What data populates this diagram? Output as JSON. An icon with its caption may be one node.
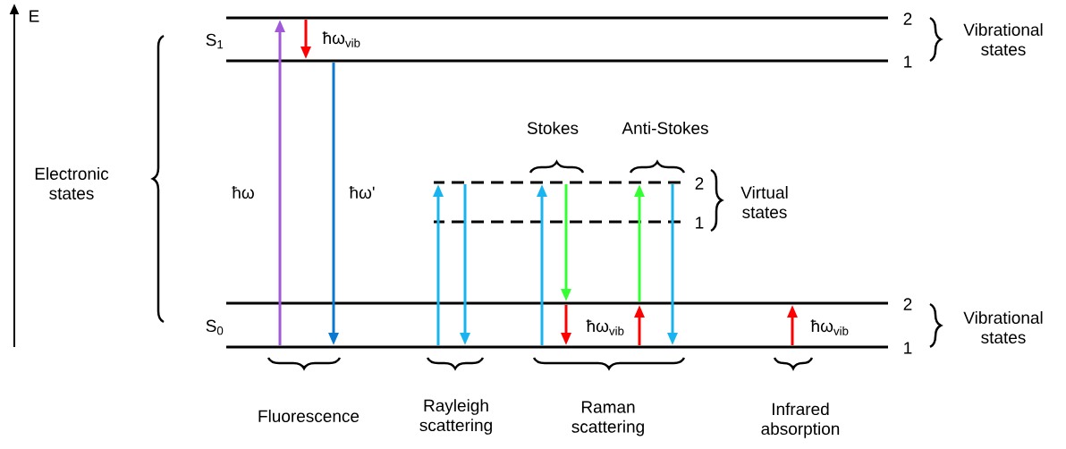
{
  "diagram": {
    "nodes": [
      {
        "text": [],
        "shape": "bar",
        "beside": [
          "2"
        ]
      },
      {
        "text": [],
        "shape": "bar",
        "beside": [
          "1"
        ]
      },
      {
        "text": [],
        "shape": "bar",
        "beside": [
          "2"
        ]
      },
      {
        "text": [],
        "shape": "bar",
        "beside": [
          "1"
        ]
      },
      {
        "text": [],
        "shape": "bar",
        "beside": [
          "2"
        ]
      },
      {
        "text": [],
        "shape": "bar",
        "beside": [
          "1"
        ]
      }
    ],
    "edges": [
      {
        "from": 5,
        "to": 0,
        "arrow": "to",
        "label": "ħω",
        "color": "#a259d9"
      },
      {
        "from": 0,
        "to": 1,
        "arrow": "to",
        "label": "ħω$_{vib}$",
        "color": "#ff0000"
      },
      {
        "from": 1,
        "to": 5,
        "arrow": "to",
        "label": "ħω'",
        "color": "#0a79d1"
      },
      {
        "from": 5,
        "to": 2,
        "arrow": "to",
        "color": "#18b4f0"
      },
      {
        "from": 2,
        "to": 5,
        "arrow": "to",
        "color": "#18b4f0"
      },
      {
        "from": 5,
        "to": 2,
        "arrow": "to",
        "color": "#18b4f0"
      },
      {
        "from": 2,
        "to": 4,
        "arrow": "to",
        "color": "#33ff33"
      },
      {
        "from": 4,
        "to": 5,
        "arrow": "to",
        "label": "ħω$_{vib}$",
        "color": "#ff0000"
      },
      {
        "from": 4,
        "to": 2,
        "arrow": "to",
        "color": "#33ff33"
      },
      {
        "from": 5,
        "to": 4,
        "arrow": "to",
        "color": "#ff0000"
      },
      {
        "from": 2,
        "to": 5,
        "arrow": "to",
        "color": "#18b4f0"
      },
      {
        "from": 5,
        "to": 4,
        "arrow": "to",
        "label": "ħω$_{vib}$",
        "color": "#ff0000"
      }
    ],
    "labels": [
      "E",
      "S$_{1}$",
      "Vibrational states",
      "Electronic states",
      "Stokes",
      "Anti-Stokes",
      "Virtual states",
      "S$_{0}$",
      "Vibrational states",
      "Fluorescence",
      "Rayleigh scattering",
      "Raman scattering",
      "Infrared absorption"
    ]
  }
}
